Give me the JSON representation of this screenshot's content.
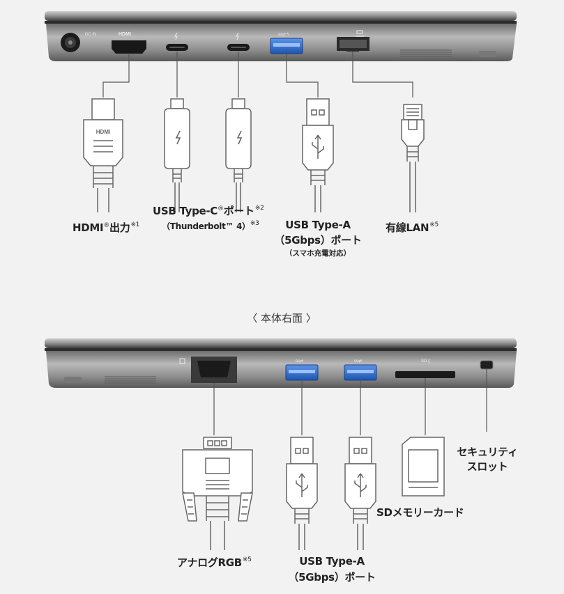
{
  "left_side": {
    "port_marks": {
      "dc_in": "DC IN",
      "hdmi": "HDMI"
    },
    "labels": {
      "hdmi": {
        "text": "HDMI",
        "reg": "®",
        "suffix": "出力",
        "note": "※1"
      },
      "usbc": {
        "text": "USB Type-C",
        "reg": "®",
        "suffix": "ポート",
        "note": "※2",
        "sub": "（Thunderbolt™ 4）",
        "sub_note": "※3"
      },
      "usba": {
        "line1": "USB Type-A",
        "line2": "（5Gbps）ポート",
        "line3": "（スマホ充電対応）"
      },
      "lan": {
        "text": "有線LAN",
        "note": "※5"
      }
    }
  },
  "section_title": "〈 本体右面 〉",
  "right_side": {
    "labels": {
      "vga": {
        "text": "アナログRGB",
        "note": "※5"
      },
      "usba": {
        "line1": "USB Type-A",
        "line2": "（5Gbps）ポート"
      },
      "sd": {
        "text": "SDメモリーカード"
      },
      "lock": {
        "line1": "セキュリティ",
        "line2": "スロット"
      }
    }
  },
  "colors": {
    "background": "#f2f2f2",
    "chassis": "#8a8a8a",
    "chassis_dark": "#3a3a3a",
    "usb_blue": "#2f6fd0",
    "line": "#555555"
  }
}
